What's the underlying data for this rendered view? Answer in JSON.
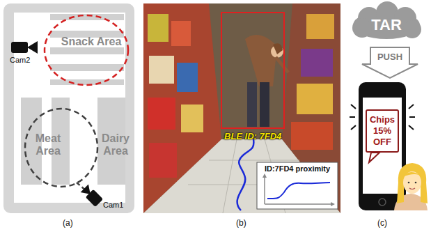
{
  "diagram": {
    "nodes": [
      {
        "text": [
          "Snack Area"
        ]
      },
      {
        "text": [
          "Meat Area"
        ]
      },
      {
        "text": [
          "Dairy Area"
        ]
      },
      {
        "text": [
          "ID:7FD4 proximity"
        ]
      },
      {
        "text": [
          "TAR"
        ]
      },
      {
        "text": [
          "PUSH"
        ]
      },
      {
        "text": [
          "Chips 15% OFF"
        ]
      }
    ],
    "labels": [
      "Cam2",
      "Cam1",
      "BLE ID: 7FD4",
      "(a)",
      "(b)",
      "(c)"
    ]
  }
}
